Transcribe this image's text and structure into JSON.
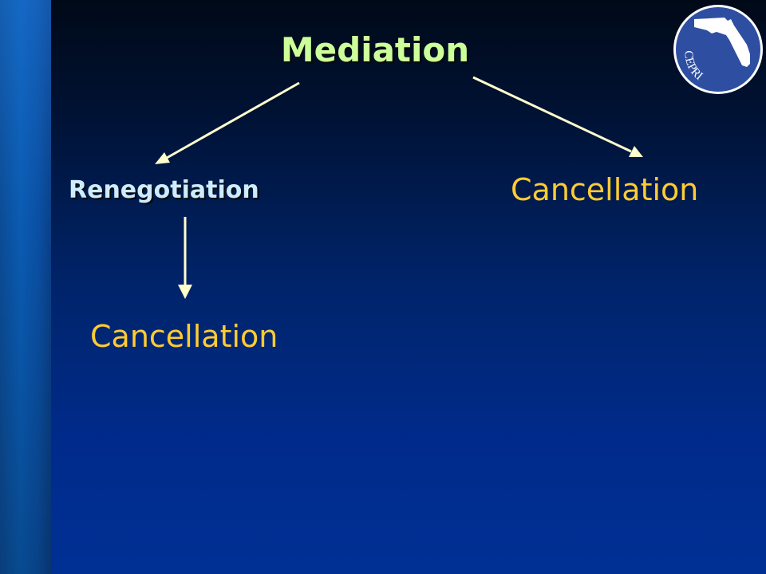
{
  "diagram": {
    "root": "Mediation",
    "left_branch": "Renegotiation",
    "right_branch": "Cancellation",
    "left_sub_branch": "Cancellation"
  },
  "logo": {
    "text": "CEPRI"
  },
  "colors": {
    "background_top": "#000917",
    "background_bottom": "#003094",
    "side_bar": "#0a5bb2",
    "root_text": "#ccff99",
    "branch_text": "#ccecff",
    "cancellation_text": "#ffcc33",
    "arrow": "#ffffcc",
    "logo_fill": "#2e4ea2"
  }
}
